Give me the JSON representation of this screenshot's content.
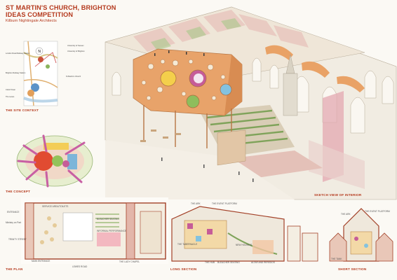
{
  "title": {
    "line1": "ST MARTIN'S CHURCH, BRIGHTON",
    "line2": "IDEAS COMPETITION",
    "subtitle": "Kilburn Nightingale Architects"
  },
  "sections": {
    "site_context": "THE SITE CONTEXT",
    "concept": "THE CONCEPT",
    "sketch_view": "SKETCH VIEW OF INTERIOR",
    "plan": "THE PLAN",
    "long_section": "LONG SECTION",
    "short_section": "SHORT SECTION"
  },
  "site_labels": {
    "london_road": "London Road Railway Station",
    "university": "University of Sussex",
    "university_b": "University of Brighton",
    "brighton_station": "Brighton Railway Station",
    "st_martins": "St Martin's Church",
    "clock_tower": "Clock Tower",
    "the_lanes": "The Lanes"
  },
  "plan_labels": {
    "trinity_street": "TRINITY STREET",
    "entrance": "ENTRANCE",
    "main_entrance": "MAIN ENTRANCE",
    "lewes_road": "LEWES ROAD",
    "service": "SERVICE AREA/TOILETS",
    "bleacher": "BLEACHER SEATING",
    "informal": "INFORMAL PERFORMANCE",
    "lady_chapel": "THE LADY CHAPEL",
    "ministry": "Ministry on Part"
  },
  "section_labels": {
    "the_ark": "THE ARK",
    "event_platform": "THE EVENT PLATFORM",
    "tabernacle": "THE TABERNACLE",
    "the_hub": "THE HUB",
    "bleacher": "BLEACHER SEATING",
    "altar": "ALTAR AND REREDOS",
    "new_housing": "NEW HOUSING",
    "the_tank": "THE TANK",
    "the_ark_short": "THE ARK",
    "event_platform_short": "THE EVENT PLATFORM"
  },
  "colors": {
    "title_red": "#b53a1e",
    "ark_orange": "#e8a36a",
    "roof_pink": "#e4c1b8",
    "stone": "#ece6da",
    "seat_green": "#7fa35a"
  }
}
